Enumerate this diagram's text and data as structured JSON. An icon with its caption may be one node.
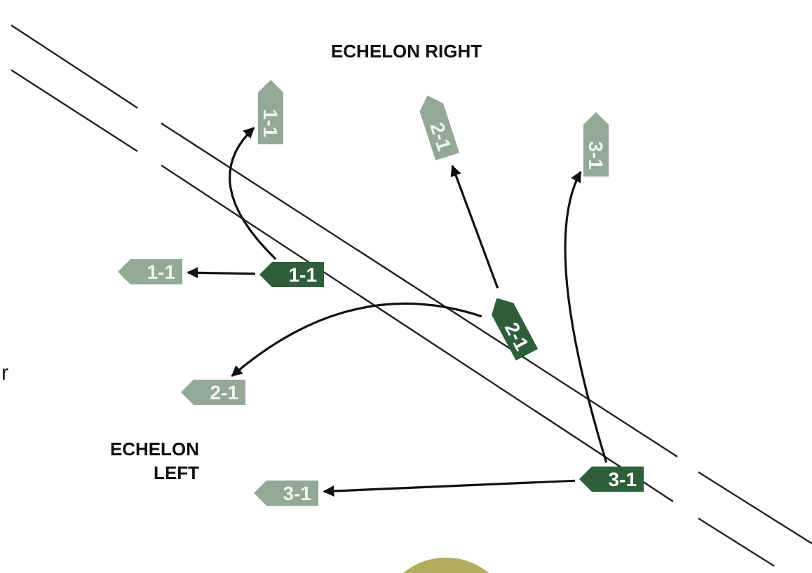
{
  "diagram": {
    "nodes": [
      {
        "text": [
          "1-1"
        ]
      },
      {
        "text": [
          "2-1"
        ]
      },
      {
        "text": [
          "3-1"
        ]
      },
      {
        "text": [
          "1-1"
        ]
      },
      {
        "text": [
          "1-1"
        ]
      },
      {
        "text": [
          "2-1"
        ]
      },
      {
        "text": [
          "2-1"
        ]
      },
      {
        "text": [
          "3-1"
        ]
      },
      {
        "text": [
          "3-1"
        ]
      }
    ],
    "edges": [
      {
        "from": 4,
        "to": 0,
        "arrow": "to"
      },
      {
        "from": 4,
        "to": 3,
        "arrow": "to"
      },
      {
        "from": 5,
        "to": 1,
        "arrow": "to"
      },
      {
        "from": 5,
        "to": 6,
        "arrow": "to"
      },
      {
        "from": 8,
        "to": 2,
        "arrow": "to"
      },
      {
        "from": 8,
        "to": 7,
        "arrow": "to"
      }
    ],
    "labels": [
      "ECHELON RIGHT",
      "r",
      "ECHELON LEFT"
    ]
  }
}
